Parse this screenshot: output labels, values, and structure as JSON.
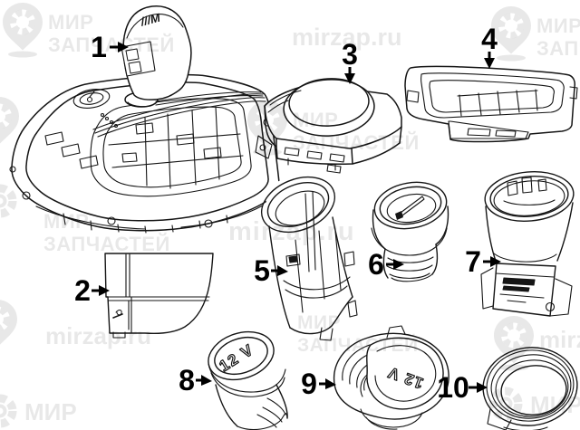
{
  "colors": {
    "line": "#151515",
    "background": "#ffffff",
    "watermark": "#e8e8e8"
  },
  "watermark": {
    "brand_word1": "МИР",
    "brand_word2": "ЗАПЧАСТЕЙ",
    "site": "mirzap.ru"
  },
  "diagram": {
    "callouts": [
      "1",
      "2",
      "3",
      "4",
      "5",
      "6",
      "7",
      "8",
      "9",
      "10"
    ],
    "markings": {
      "shift_knob_logo": "///M",
      "socket_cap_label": "12 V",
      "cover_cap_label": "12 V"
    }
  }
}
